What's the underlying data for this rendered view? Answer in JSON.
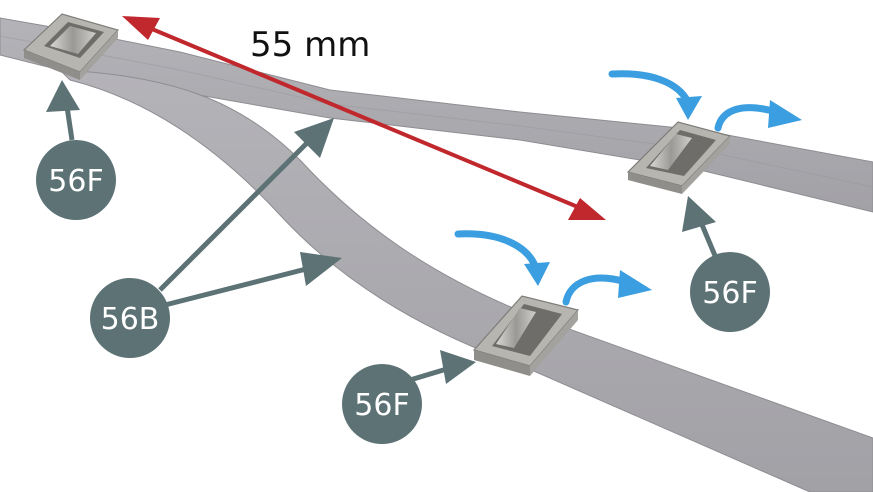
{
  "dimension": {
    "label": "55 mm"
  },
  "callouts": {
    "clip_top_left": "56F",
    "clip_right": "56F",
    "clip_bottom_center": "56F",
    "strip": "56B"
  },
  "colors": {
    "strip": "#a9a8ad",
    "strip_edge": "#8e8d92",
    "clip": "#b7b5b0",
    "clip_dark": "#6e6d6a",
    "bubble": "#5d7275",
    "pointer": "#5d7275",
    "dimension_arrow": "#c0282d",
    "flow_arrow": "#3a9ee0"
  }
}
